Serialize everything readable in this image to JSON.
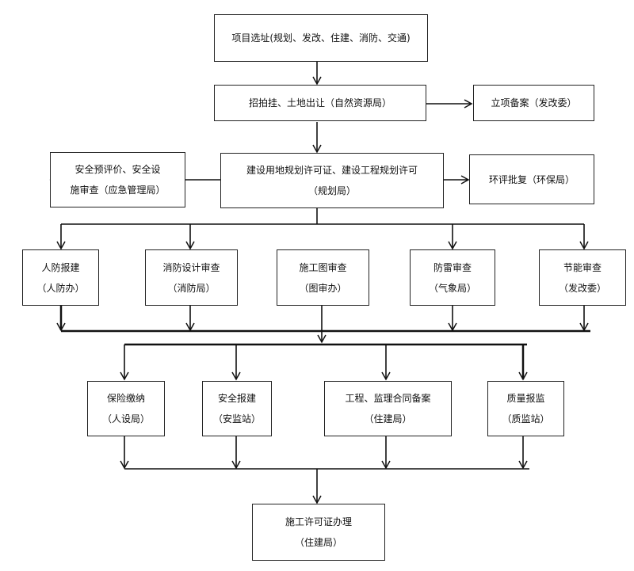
{
  "nodes": {
    "site_selection": {
      "line1": "项目选址(规划、发改、住建、消防、交通)"
    },
    "land_transfer": {
      "line1": "招拍挂、土地出让（自然资源局）"
    },
    "project_filing": {
      "line1": "立项备案（发改委）"
    },
    "planning_permit": {
      "line1": "建设用地规划许可证、建设工程规划许可",
      "line2": "（规划局）"
    },
    "safety_review": {
      "line1": "安全预评价、安全设",
      "line2": "施审查（应急管理局）"
    },
    "eia_approval": {
      "line1": "环评批复（环保局）"
    },
    "civil_defense": {
      "line1": "人防报建",
      "line2": "（人防办）"
    },
    "fire_design": {
      "line1": "消防设计审查",
      "line2": "（消防局）"
    },
    "drawing_review": {
      "line1": "施工图审查",
      "line2": "（图审办）"
    },
    "lightning_review": {
      "line1": "防雷审查",
      "line2": "（气象局）"
    },
    "energy_review": {
      "line1": "节能审查",
      "line2": "（发改委）"
    },
    "insurance": {
      "line1": "保险缴纳",
      "line2": "（人设局）"
    },
    "safety_filing": {
      "line1": "安全报建",
      "line2": "（安监站）"
    },
    "contract_filing": {
      "line1": "工程、监理合同备案",
      "line2": "（住建局）"
    },
    "quality_supervision": {
      "line1": "质量报监",
      "line2": "（质监站）"
    },
    "construction_permit": {
      "line1": "施工许可证办理",
      "line2": "（住建局）"
    }
  }
}
